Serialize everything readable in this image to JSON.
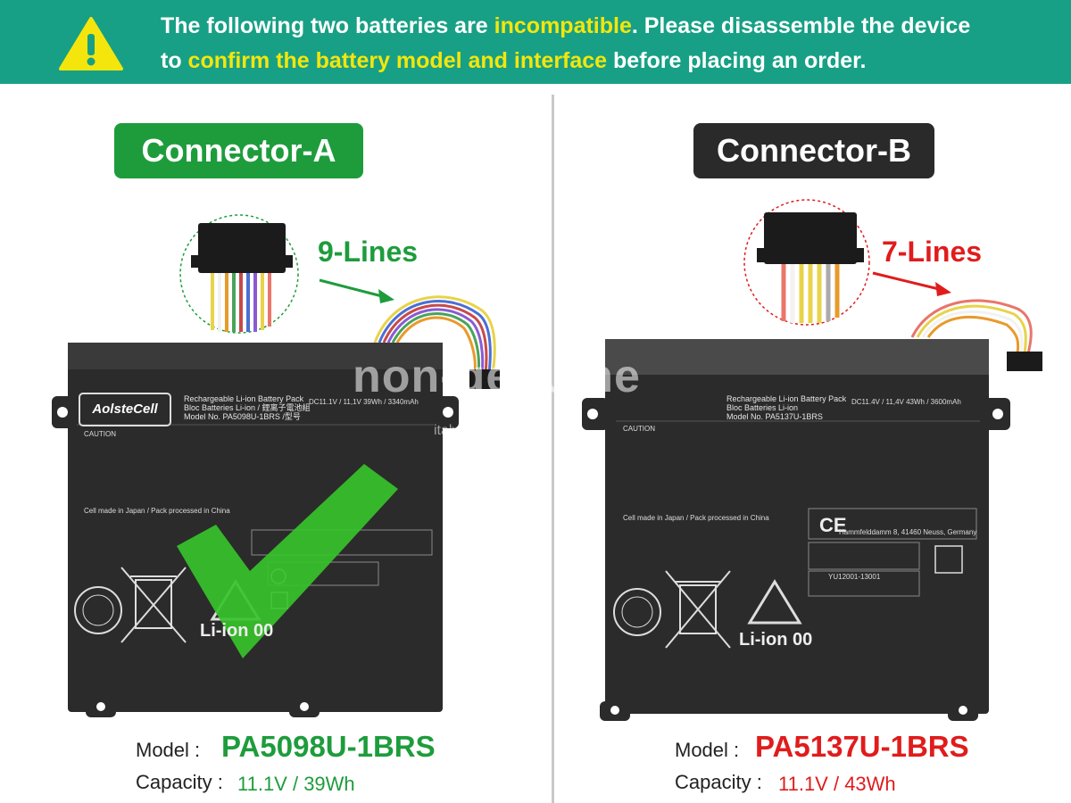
{
  "banner": {
    "part1": "The following two batteries are ",
    "part2": "incompatible",
    "part3": ". Please disassemble the device",
    "part4": "to ",
    "part5": "confirm the battery model and interface",
    "part6": " before placing an order."
  },
  "left": {
    "connector_label": "Connector-A",
    "lines_label": "9-Lines",
    "model_label": "Model :",
    "model_value": "PA5098U-1BRS",
    "capacity_label": "Capacity :",
    "capacity_value": "11.1V / 39Wh",
    "battery": {
      "brand": "AolsteCell",
      "spec_line": "DC11.1V / 11,1V  39Wh / 3340mAh",
      "title_line1": "Rechargeable Li-ion Battery Pack",
      "title_line2": "Bloc Batteries Li-ion / 鋰离子電池組",
      "title_line3": "Model No.  PA5098U-1BRS /型号",
      "caution": "CAUTION",
      "made_in": "Cell made in Japan / Pack processed in China",
      "liion": "Li-ion 00"
    }
  },
  "right": {
    "connector_label": "Connector-B",
    "lines_label": "7-Lines",
    "model_label": "Model :",
    "model_value": "PA5137U-1BRS",
    "capacity_label": "Capacity :",
    "capacity_value": "11.1V / 43Wh",
    "battery": {
      "spec_line": "DC11.4V / 11,4V  43Wh / 3600mAh",
      "title_line1": "Rechargeable Li-ion Battery Pack",
      "title_line2": "Bloc Batteries Li-ion",
      "title_line3": "Model No.  PA5137U-1BRS",
      "caution": "CAUTION",
      "made_in": "Cell made in Japan / Pack processed in China",
      "address": "Hammfelddamm 8, 41460 Neuss, Germany",
      "cert": "YU12001-13001",
      "liion": "Li-ion 00"
    }
  },
  "watermark": {
    "main": "non-genuine",
    "sub": "italybatteria.it"
  },
  "colors": {
    "banner": "#17a085",
    "highlight": "#f4e60c",
    "green": "#1e9c3c",
    "red": "#e01c1c",
    "dark": "#2a2a2a"
  }
}
